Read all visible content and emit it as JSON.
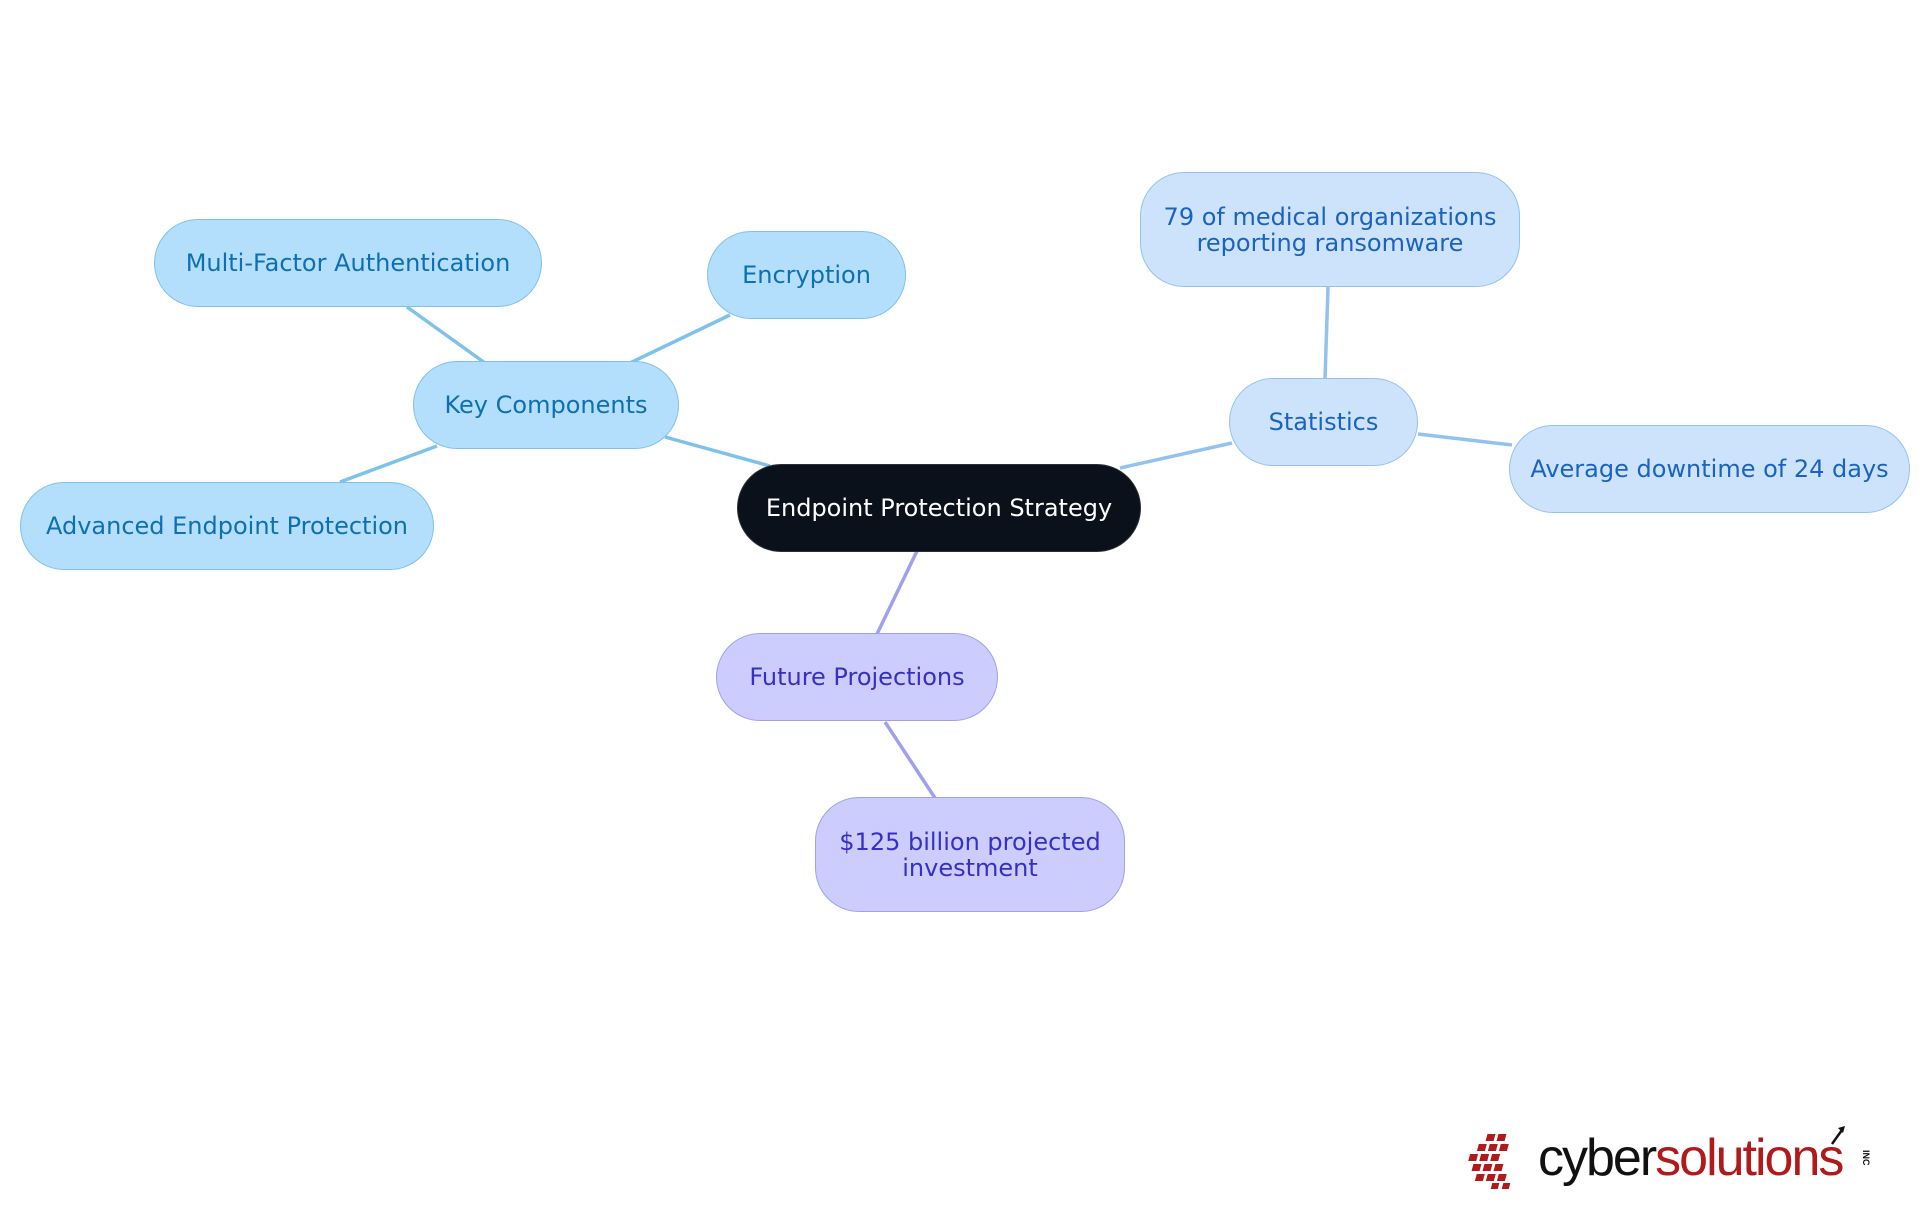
{
  "diagram": {
    "center": "Endpoint Protection Strategy",
    "branches": [
      {
        "label": "Key Components",
        "children": [
          "Multi-Factor Authentication",
          "Encryption",
          "Advanced Endpoint Protection"
        ]
      },
      {
        "label": "Statistics",
        "children": [
          "79 of medical organizations reporting ransomware",
          "Average downtime of 24 days"
        ]
      },
      {
        "label": "Future Projections",
        "children": [
          "$125 billion projected investment"
        ]
      }
    ]
  },
  "text": {
    "center": "Endpoint Protection Strategy",
    "key_components": "Key Components",
    "mfa": "Multi-Factor Authentication",
    "encryption": "Encryption",
    "advanced": "Advanced Endpoint Protection",
    "statistics": "Statistics",
    "stat1_line1": "79 of medical organizations",
    "stat1_line2": "reporting ransomware",
    "stat2": "Average downtime of 24 days",
    "future": "Future Projections",
    "invest_line1": "$125 billion projected",
    "invest_line2": "investment"
  },
  "logo": {
    "part1": "cyber",
    "part2": "solutions",
    "suffix": "INC"
  },
  "colors": {
    "center_fill": "#0b111a",
    "blue_branch": "#b3dffc",
    "light_blue_branch": "#cde3fb",
    "purple_branch": "#ccccfd",
    "logo_red": "#b01a1a"
  }
}
